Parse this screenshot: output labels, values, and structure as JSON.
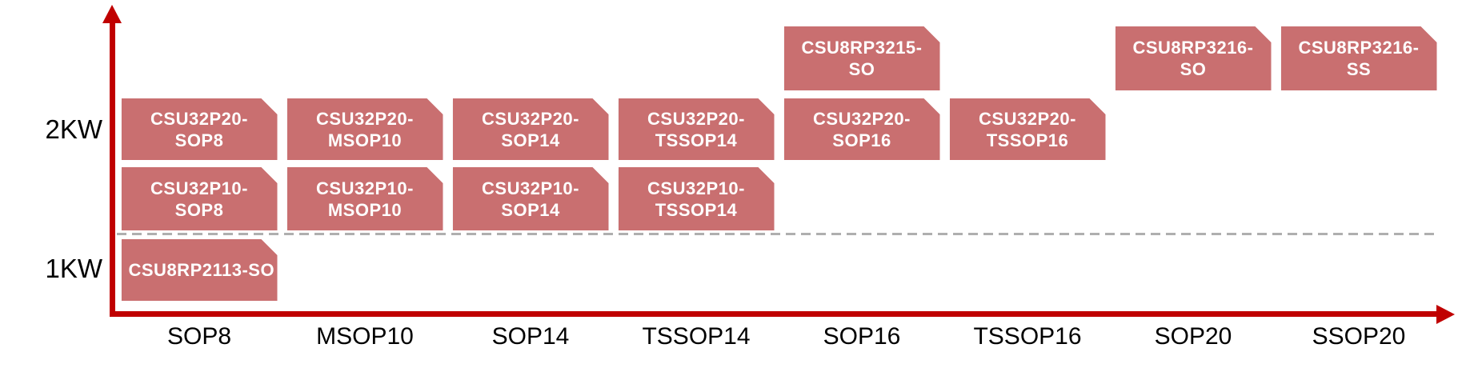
{
  "colors": {
    "box_fill": "#C96F70",
    "box_text": "#FFFFFF",
    "axis": "#C00000",
    "divider_dashed": "#AFAFAF",
    "tick_label": "#000000"
  },
  "chart_data": {
    "type": "scatter",
    "title": "",
    "xlabel": "",
    "ylabel": "",
    "legend": "none",
    "x_axis": {
      "categories": [
        "SOP8",
        "MSOP10",
        "SOP14",
        "TSSOP14",
        "SOP16",
        "TSSOP16",
        "SOP20",
        "SSOP20"
      ]
    },
    "y_axis": {
      "tick_labels": [
        "2KW",
        "1KW"
      ]
    },
    "divider": {
      "style": "dashed",
      "between": [
        "2KW",
        "1KW"
      ]
    },
    "rows": [
      {
        "name": "above-2kw",
        "power_band": "2KW+",
        "boxes": [
          {
            "label": "CSU8RP3215-SO",
            "lines": [
              "CSU8RP3215-",
              "SO"
            ],
            "column": "SOP16"
          },
          {
            "label": "CSU8RP3216-SO",
            "lines": [
              "CSU8RP3216-",
              "SO"
            ],
            "column": "SOP20"
          },
          {
            "label": "CSU8RP3216-SS",
            "lines": [
              "CSU8RP3216-",
              "SS"
            ],
            "column": "SSOP20"
          }
        ]
      },
      {
        "name": "2kw-upper",
        "power_band": "2KW",
        "boxes": [
          {
            "label": "CSU32P20-SOP8",
            "lines": [
              "CSU32P20-",
              "SOP8"
            ],
            "column": "SOP8"
          },
          {
            "label": "CSU32P20-MSOP10",
            "lines": [
              "CSU32P20-",
              "MSOP10"
            ],
            "column": "MSOP10"
          },
          {
            "label": "CSU32P20-SOP14",
            "lines": [
              "CSU32P20-",
              "SOP14"
            ],
            "column": "SOP14"
          },
          {
            "label": "CSU32P20-TSSOP14",
            "lines": [
              "CSU32P20-",
              "TSSOP14"
            ],
            "column": "TSSOP14"
          },
          {
            "label": "CSU32P20-SOP16",
            "lines": [
              "CSU32P20-",
              "SOP16"
            ],
            "column": "SOP16"
          },
          {
            "label": "CSU32P20-TSSOP16",
            "lines": [
              "CSU32P20-",
              "TSSOP16"
            ],
            "column": "TSSOP16"
          }
        ]
      },
      {
        "name": "2kw-lower",
        "power_band": "2KW",
        "boxes": [
          {
            "label": "CSU32P10-SOP8",
            "lines": [
              "CSU32P10-",
              "SOP8"
            ],
            "column": "SOP8"
          },
          {
            "label": "CSU32P10-MSOP10",
            "lines": [
              "CSU32P10-",
              "MSOP10"
            ],
            "column": "MSOP10"
          },
          {
            "label": "CSU32P10-SOP14",
            "lines": [
              "CSU32P10-",
              "SOP14"
            ],
            "column": "SOP14"
          },
          {
            "label": "CSU32P10-TSSOP14",
            "lines": [
              "CSU32P10-",
              "TSSOP14"
            ],
            "column": "TSSOP14"
          }
        ]
      },
      {
        "name": "1kw",
        "power_band": "1KW",
        "boxes": [
          {
            "label": "CSU8RP2113-SO",
            "lines": [
              "CSU8RP2113-SO"
            ],
            "column": "SOP8",
            "align": "left"
          }
        ]
      }
    ]
  }
}
